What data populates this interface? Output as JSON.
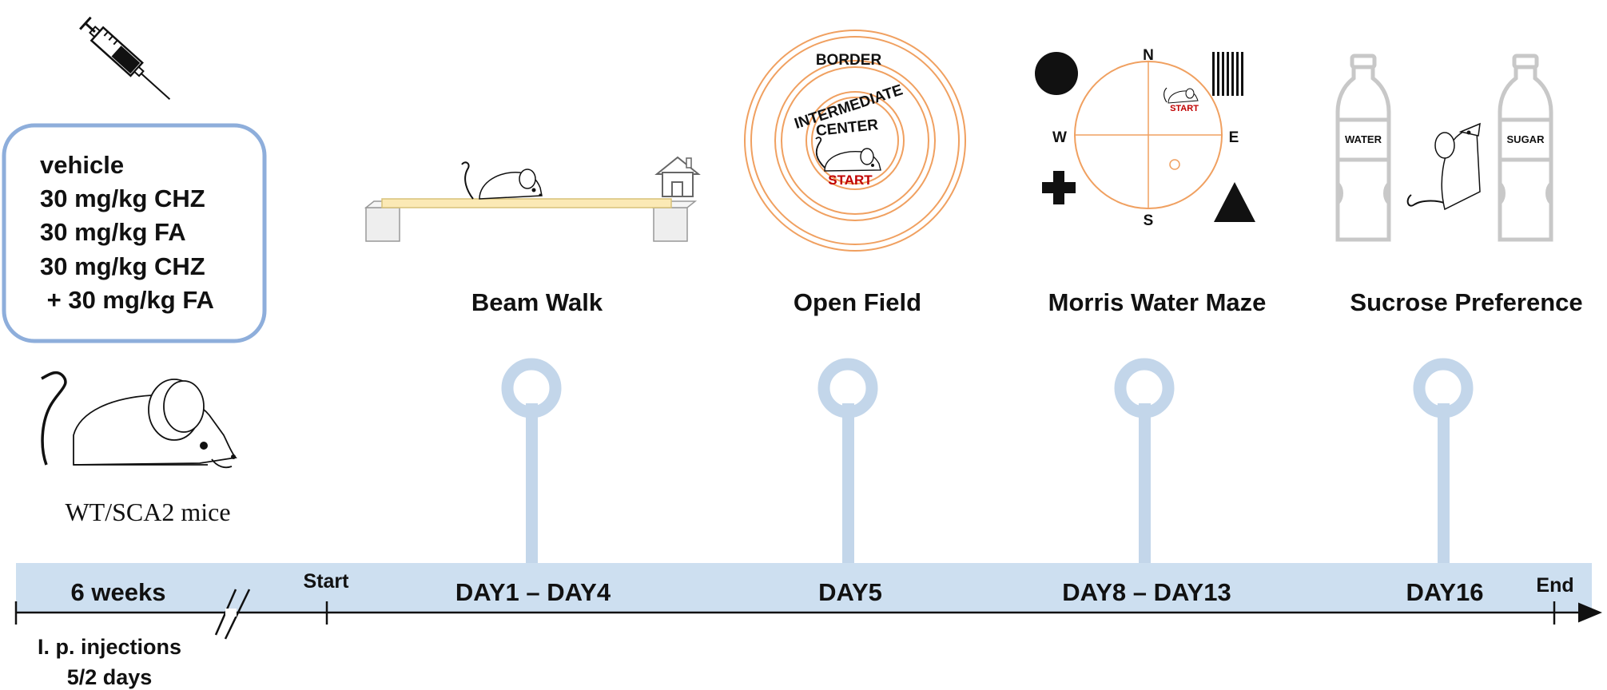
{
  "treatment_groups": [
    "vehicle",
    "30 mg/kg CHZ",
    "30 mg/kg FA",
    "30 mg/kg CHZ",
    " + 30 mg/kg FA"
  ],
  "mice_label": "WT/SCA2 mice",
  "tests": [
    {
      "name": "Beam Walk",
      "day": "DAY1 – DAY4"
    },
    {
      "name": "Open Field",
      "day": "DAY5"
    },
    {
      "name": "Morris Water Maze",
      "day": "DAY8 – DAY13"
    },
    {
      "name": "Sucrose Preference",
      "day": "DAY16"
    }
  ],
  "timeline": {
    "pre_period": "6 weeks",
    "start": "Start",
    "end": "End",
    "injections_line1": "I. p. injections",
    "injections_line2": "5/2 days"
  },
  "open_field_zones": {
    "border": "BORDER",
    "intermediate": "INTERMEDIATE",
    "center": "CENTER",
    "start": "START"
  },
  "water_maze": {
    "north": "N",
    "south": "S",
    "east": "E",
    "west": "W",
    "start": "START"
  },
  "sucrose": {
    "water": "WATER",
    "sugar": "SUGAR"
  },
  "colors": {
    "band": "#cddff0",
    "stem": "#c3d6ea",
    "box_border": "#8eaedb",
    "orange": "#f0a060",
    "start_red": "#c00000",
    "bottle": "#c8c8c8"
  }
}
